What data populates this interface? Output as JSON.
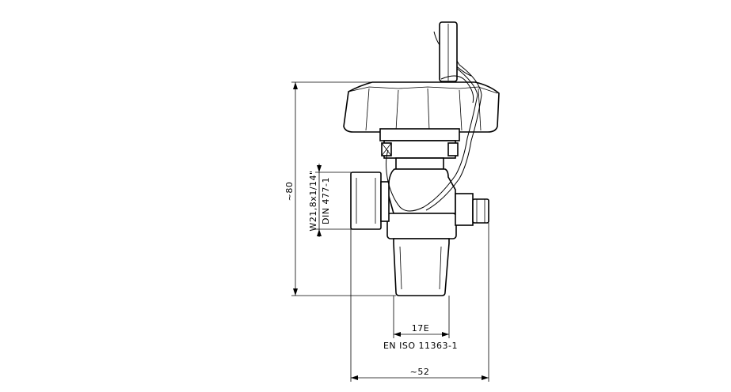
{
  "drawing": {
    "labels": {
      "height": "~80",
      "outlet_thread": "W21,8x1/14\"",
      "outlet_standard": "DIN 477-1",
      "inlet_thread": "17E",
      "inlet_standard": "EN ISO 11363-1",
      "width": "~52"
    },
    "colors": {
      "line": "#000000",
      "background": "#ffffff"
    }
  }
}
